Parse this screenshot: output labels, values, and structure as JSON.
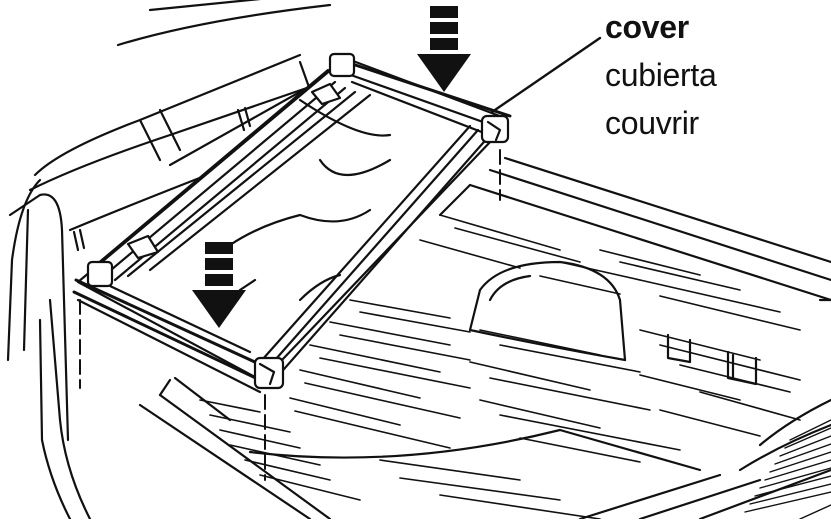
{
  "labels": {
    "english": "cover",
    "spanish": "cubierta",
    "french": "couvrir"
  },
  "icons": {
    "arrow_top": "down-arrow-icon",
    "arrow_left": "down-arrow-icon"
  },
  "colors": {
    "ink": "#111111",
    "background": "#ffffff"
  }
}
